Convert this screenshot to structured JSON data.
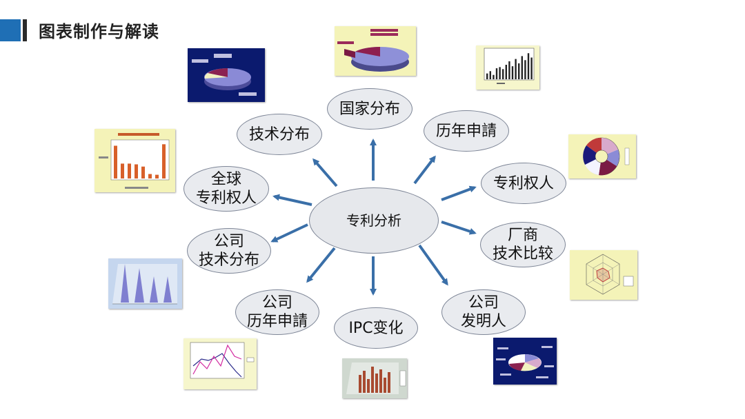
{
  "header": {
    "title": "图表制作与解读"
  },
  "center": {
    "label": "专利分析"
  },
  "nodes": {
    "country": "国家分布",
    "tech_dist": "技术分布",
    "history": "历年申請",
    "global_holder": [
      "全球",
      "专利权人"
    ],
    "holder": "专利权人",
    "company_tech": [
      "公司",
      "技术分布"
    ],
    "vendor_tech": [
      "厂商",
      "技术比较"
    ],
    "company_history": [
      "公司",
      "历年申請"
    ],
    "ipc": "IPC变化",
    "company_inventor": [
      "公司",
      "发明人"
    ]
  },
  "colors": {
    "arrow": "#3a6fa8",
    "node_fill": "#e9ebef",
    "node_border": "#7d8596",
    "accent_blue": "#1f6fb5"
  },
  "thumbnails": {
    "tech_bar_values": [
      88,
      40,
      40,
      38,
      32,
      12,
      10,
      92
    ],
    "history_bar_values": [
      20,
      28,
      15,
      38,
      42,
      35,
      50,
      62,
      45,
      70,
      55,
      80,
      66,
      90,
      75
    ]
  }
}
